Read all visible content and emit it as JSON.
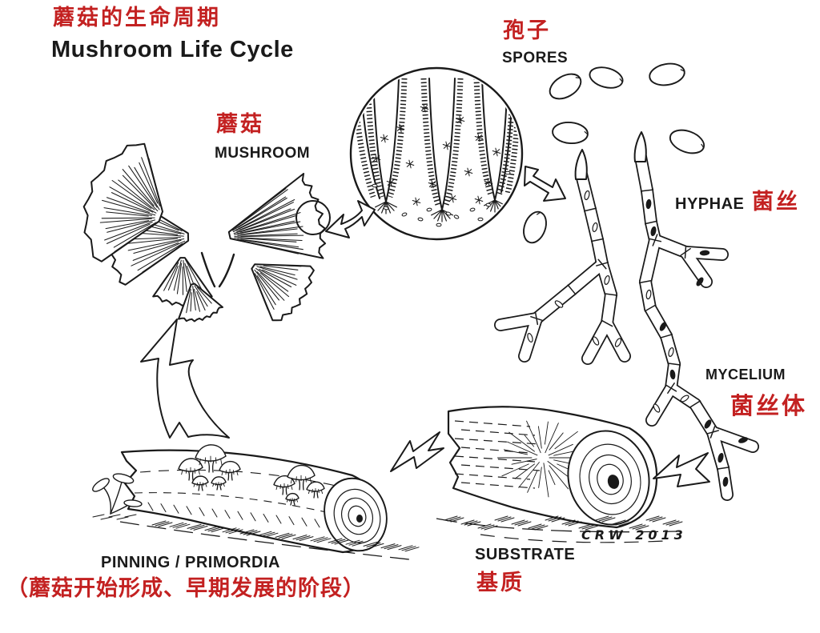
{
  "title": {
    "zh": "蘑菇的生命周期",
    "en": "Mushroom Life Cycle"
  },
  "stages": {
    "spores": {
      "zh": "孢子",
      "en": "SPORES"
    },
    "mushroom": {
      "zh": "蘑菇",
      "en": "MUSHROOM"
    },
    "hyphae": {
      "en": "HYPHAE",
      "zh": "菌丝"
    },
    "mycelium": {
      "en": "MYCELIUM",
      "zh": "菌丝体"
    },
    "substrate": {
      "en": "SUBSTRATE",
      "zh": "基质"
    },
    "pinning": {
      "en": "PINNING / PRIMORDIA",
      "zh_note": "（蘑菇开始形成、早期发展的阶段）"
    }
  },
  "signature": "CRW 2013",
  "colors": {
    "accent_red": "#c32121",
    "ink": "#1a1a1a",
    "background": "#ffffff"
  }
}
